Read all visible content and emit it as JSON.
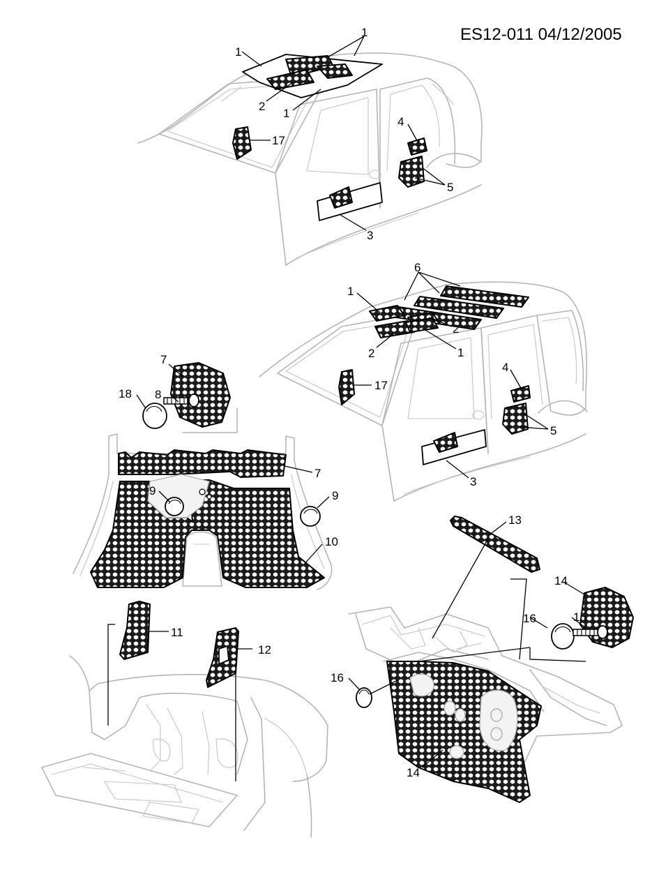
{
  "document_ref": "ES12-011 04/12/2005",
  "callouts": {
    "sedan": [
      {
        "id": "s-1a",
        "text": "1"
      },
      {
        "id": "s-1b",
        "text": "1"
      },
      {
        "id": "s-1c",
        "text": "1"
      },
      {
        "id": "s-2",
        "text": "2"
      },
      {
        "id": "s-17",
        "text": "17"
      },
      {
        "id": "s-4",
        "text": "4"
      },
      {
        "id": "s-5",
        "text": "5"
      },
      {
        "id": "s-3",
        "text": "3"
      }
    ],
    "wagon": [
      {
        "id": "w-6",
        "text": "6"
      },
      {
        "id": "w-1a",
        "text": "1"
      },
      {
        "id": "w-2a",
        "text": "2"
      },
      {
        "id": "w-2b",
        "text": "2"
      },
      {
        "id": "w-1b",
        "text": "1"
      },
      {
        "id": "w-17",
        "text": "17"
      },
      {
        "id": "w-4",
        "text": "4"
      },
      {
        "id": "w-5",
        "text": "5"
      },
      {
        "id": "w-3",
        "text": "3"
      }
    ],
    "floor": [
      {
        "id": "f-7a",
        "text": "7"
      },
      {
        "id": "f-8",
        "text": "8"
      },
      {
        "id": "f-18",
        "text": "18"
      },
      {
        "id": "f-7b",
        "text": "7"
      },
      {
        "id": "f-9a",
        "text": "9"
      },
      {
        "id": "f-9b",
        "text": "9"
      },
      {
        "id": "f-10",
        "text": "10"
      }
    ],
    "side": [
      {
        "id": "p-11",
        "text": "11"
      },
      {
        "id": "p-12",
        "text": "12"
      }
    ],
    "dash": [
      {
        "id": "d-13",
        "text": "13"
      },
      {
        "id": "d-14a",
        "text": "14"
      },
      {
        "id": "d-16a",
        "text": "16"
      },
      {
        "id": "d-15",
        "text": "15"
      },
      {
        "id": "d-16b",
        "text": "16"
      },
      {
        "id": "d-14b",
        "text": "14"
      }
    ]
  }
}
